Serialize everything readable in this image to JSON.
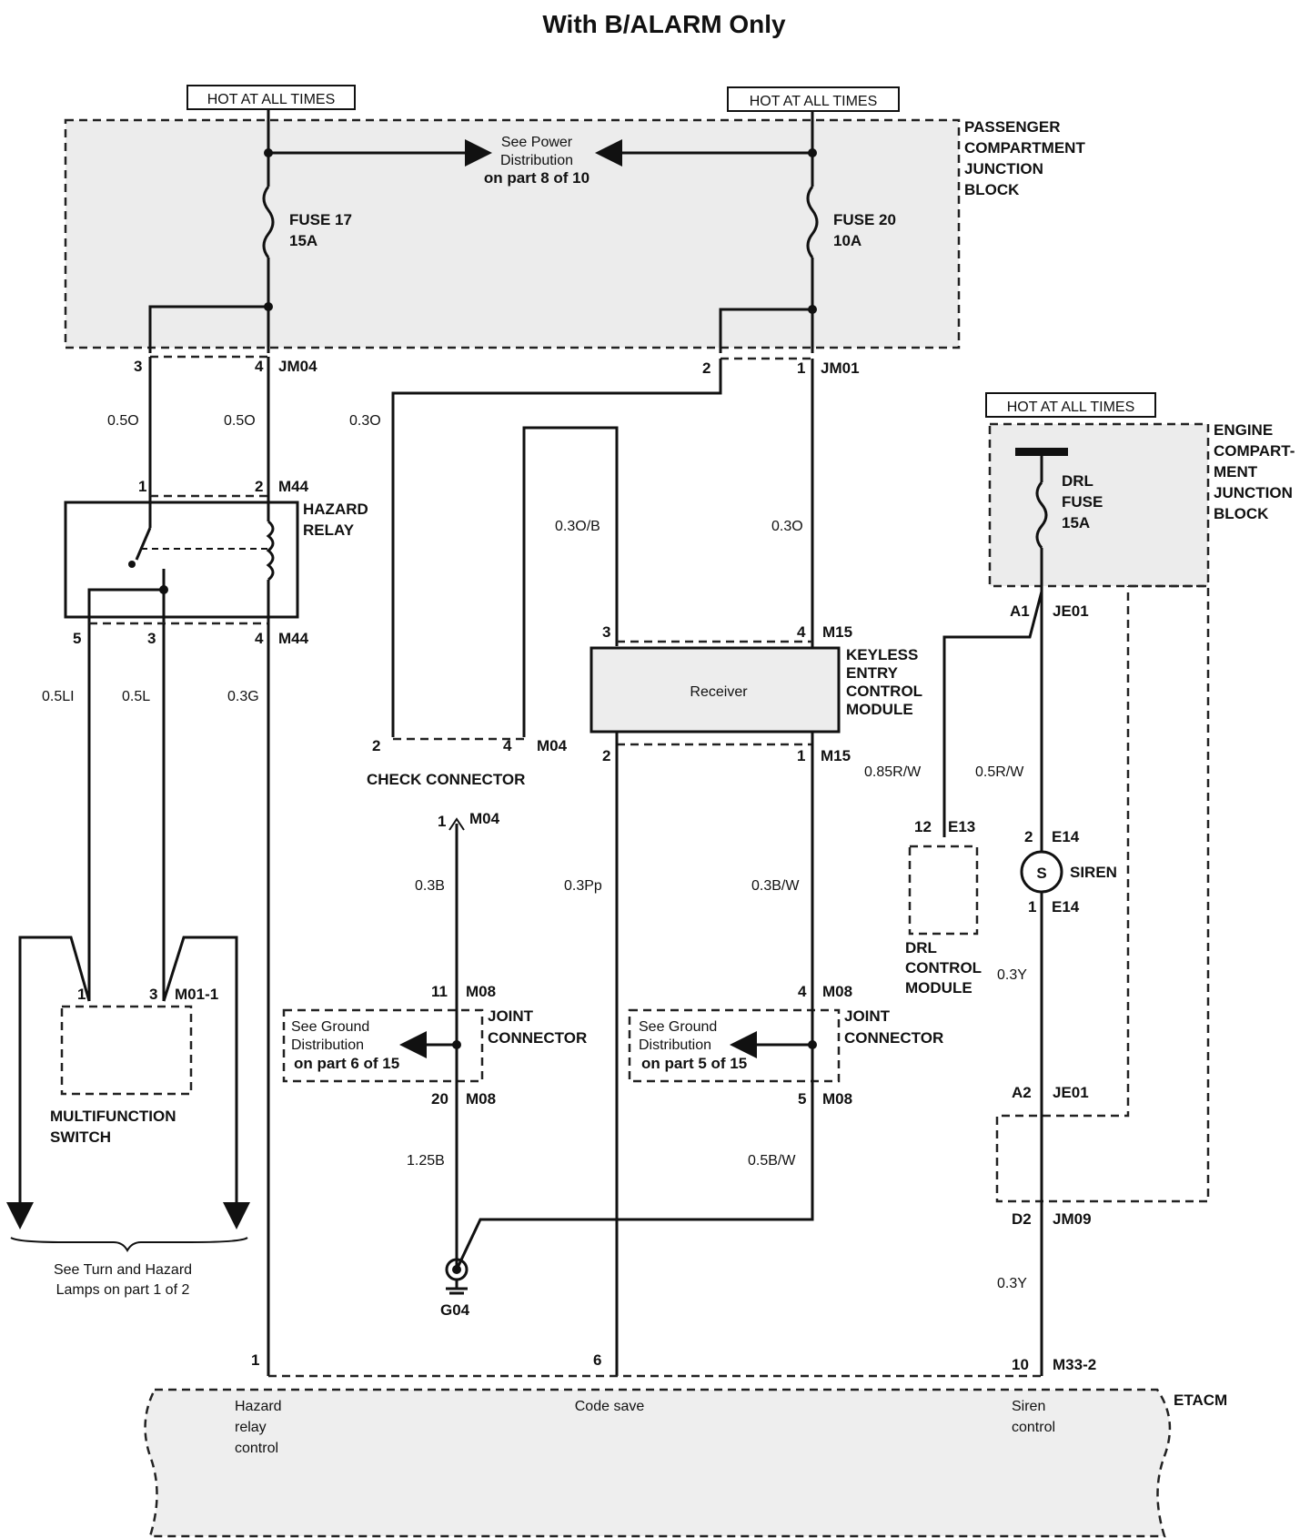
{
  "title": "With B/ALARM Only",
  "hot_label": "HOT AT ALL TIMES",
  "passenger_jb": [
    "PASSENGER",
    "COMPARTMENT",
    "JUNCTION",
    "BLOCK"
  ],
  "power_dist": [
    "See Power",
    "Distribution",
    "on part 8 of 10"
  ],
  "fuse17": [
    "FUSE 17",
    "15A"
  ],
  "fuse20": [
    "FUSE 20",
    "10A"
  ],
  "engine_jb": [
    "ENGINE",
    "COMPART-",
    "MENT",
    "JUNCTION",
    "BLOCK"
  ],
  "drl_fuse": [
    "DRL",
    "FUSE",
    "15A"
  ],
  "hazard_relay": [
    "HAZARD",
    "RELAY"
  ],
  "keyless": [
    "KEYLESS",
    "ENTRY",
    "CONTROL",
    "MODULE"
  ],
  "receiver": "Receiver",
  "check_connector": "CHECK CONNECTOR",
  "joint_connector": [
    "JOINT",
    "CONNECTOR"
  ],
  "ground_dist_left": [
    "See Ground",
    "Distribution",
    "on part 6 of 15"
  ],
  "ground_dist_right": [
    "See Ground",
    "Distribution",
    "on part 5 of 15"
  ],
  "multifunction": [
    "MULTIFUNCTION",
    "SWITCH"
  ],
  "see_turn": [
    "See Turn and Hazard",
    "Lamps on  part 1 of 2"
  ],
  "drl_module": [
    "DRL",
    "CONTROL",
    "MODULE"
  ],
  "siren": "SIREN",
  "siren_symbol": "S",
  "ground": "G04",
  "etacm": "ETACM",
  "etacm_labels": {
    "hazard": [
      "Hazard",
      "relay",
      "control"
    ],
    "code": "Code save",
    "siren": [
      "Siren",
      "control"
    ]
  },
  "connectors": {
    "jm04": "JM04",
    "jm01": "JM01",
    "m44": "M44",
    "m15": "M15",
    "m04": "M04",
    "m08": "M08",
    "m01": "M01-1",
    "je01": "JE01",
    "e13": "E13",
    "e14": "E14",
    "jm09": "JM09",
    "m33": "M33-2"
  },
  "pins": {
    "p3": "3",
    "p4": "4",
    "p2": "2",
    "p1": "1",
    "p5": "5",
    "p11": "11",
    "p20": "20",
    "p12": "12",
    "p6": "6",
    "p10": "10",
    "a1": "A1",
    "a2": "A2",
    "d2": "D2"
  },
  "wires": {
    "w05o": "0.5O",
    "w03o": "0.3O",
    "w03ob": "0.3O/B",
    "w05li": "0.5LI",
    "w05l": "0.5L",
    "w03g": "0.3G",
    "w03b": "0.3B",
    "w03pp": "0.3Pp",
    "w03bw": "0.3B/W",
    "w125b": "1.25B",
    "w05bw": "0.5B/W",
    "w085rw": "0.85R/W",
    "w05rw": "0.5R/W",
    "w03y": "0.3Y"
  }
}
